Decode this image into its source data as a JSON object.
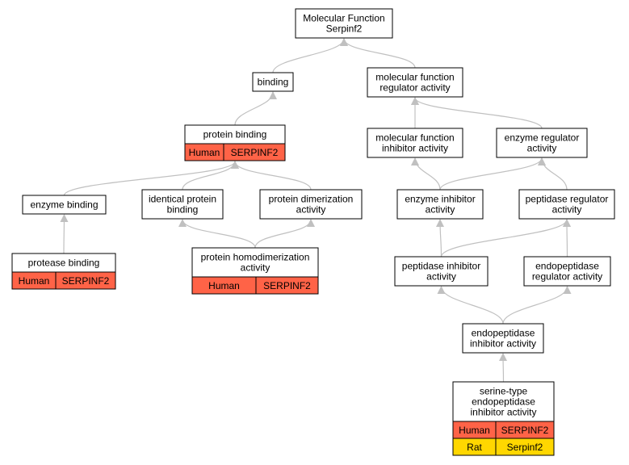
{
  "graph": {
    "nodes": [
      {
        "id": "mf_root",
        "lines": [
          "Molecular Function",
          "Serpinf2"
        ]
      },
      {
        "id": "binding",
        "lines": [
          "binding"
        ]
      },
      {
        "id": "mf_regulator",
        "lines": [
          "molecular function",
          "regulator activity"
        ]
      },
      {
        "id": "protein_binding",
        "lines": [
          "protein binding"
        ],
        "annotations": [
          [
            "Human",
            "SERPINF2"
          ]
        ]
      },
      {
        "id": "mf_inhibitor",
        "lines": [
          "molecular function",
          "inhibitor activity"
        ]
      },
      {
        "id": "enzyme_regulator",
        "lines": [
          "enzyme regulator",
          "activity"
        ]
      },
      {
        "id": "enzyme_binding",
        "lines": [
          "enzyme binding"
        ]
      },
      {
        "id": "identical_protein_binding",
        "lines": [
          "identical protein",
          "binding"
        ]
      },
      {
        "id": "protein_dimerization",
        "lines": [
          "protein dimerization",
          "activity"
        ]
      },
      {
        "id": "enzyme_inhibitor",
        "lines": [
          "enzyme inhibitor",
          "activity"
        ]
      },
      {
        "id": "peptidase_regulator",
        "lines": [
          "peptidase regulator",
          "activity"
        ]
      },
      {
        "id": "protease_binding",
        "lines": [
          "protease binding"
        ],
        "annotations": [
          [
            "Human",
            "SERPINF2"
          ]
        ]
      },
      {
        "id": "protein_homodimerization",
        "lines": [
          "protein homodimerization",
          "activity"
        ],
        "annotations": [
          [
            "Human",
            "SERPINF2"
          ]
        ]
      },
      {
        "id": "peptidase_inhibitor",
        "lines": [
          "peptidase inhibitor",
          "activity"
        ]
      },
      {
        "id": "endopeptidase_regulator",
        "lines": [
          "endopeptidase",
          "regulator activity"
        ]
      },
      {
        "id": "endopeptidase_inhibitor",
        "lines": [
          "endopeptidase",
          "inhibitor activity"
        ]
      },
      {
        "id": "serine_endopeptidase_inhibitor",
        "lines": [
          "serine-type",
          "endopeptidase",
          "inhibitor activity"
        ],
        "annotations": [
          [
            "Human",
            "SERPINF2"
          ],
          [
            "Rat",
            "Serpinf2"
          ]
        ]
      }
    ],
    "edges": [
      {
        "from": "binding",
        "to": "mf_root"
      },
      {
        "from": "mf_regulator",
        "to": "mf_root"
      },
      {
        "from": "protein_binding",
        "to": "binding"
      },
      {
        "from": "mf_inhibitor",
        "to": "mf_regulator"
      },
      {
        "from": "enzyme_regulator",
        "to": "mf_regulator"
      },
      {
        "from": "enzyme_binding",
        "to": "protein_binding"
      },
      {
        "from": "identical_protein_binding",
        "to": "protein_binding"
      },
      {
        "from": "protein_dimerization",
        "to": "protein_binding"
      },
      {
        "from": "protease_binding",
        "to": "enzyme_binding"
      },
      {
        "from": "protein_homodimerization",
        "to": "identical_protein_binding"
      },
      {
        "from": "protein_homodimerization",
        "to": "protein_dimerization"
      },
      {
        "from": "enzyme_inhibitor",
        "to": "mf_inhibitor"
      },
      {
        "from": "enzyme_inhibitor",
        "to": "enzyme_regulator"
      },
      {
        "from": "peptidase_regulator",
        "to": "enzyme_regulator"
      },
      {
        "from": "peptidase_inhibitor",
        "to": "enzyme_inhibitor"
      },
      {
        "from": "peptidase_inhibitor",
        "to": "peptidase_regulator"
      },
      {
        "from": "endopeptidase_regulator",
        "to": "peptidase_regulator"
      },
      {
        "from": "endopeptidase_inhibitor",
        "to": "peptidase_inhibitor"
      },
      {
        "from": "endopeptidase_inhibitor",
        "to": "endopeptidase_regulator"
      },
      {
        "from": "serine_endopeptidase_inhibitor",
        "to": "endopeptidase_inhibitor"
      }
    ]
  },
  "colors": {
    "background": "#ffffff",
    "node_fill": "#ffffff",
    "node_border": "#000000",
    "edge": "#c0c0c0",
    "Human": "#ff6347",
    "Rat": "#ffd700"
  }
}
